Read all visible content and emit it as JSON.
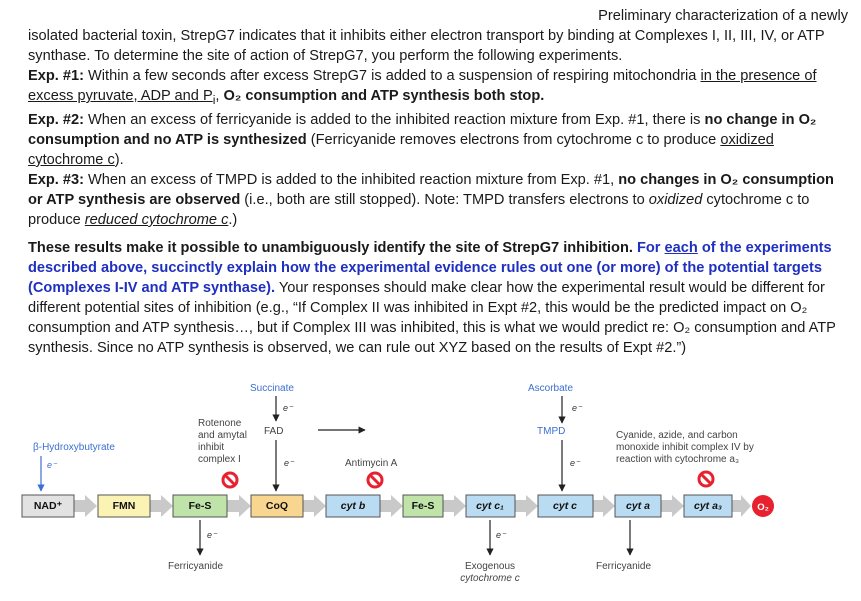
{
  "para1": {
    "line0": "Preliminary characterization of a newly",
    "text": "isolated bacterial toxin, StrepG7 indicates that it inhibits either electron transport by binding at Complexes I, II, III, IV, or ATP synthase.  To determine the site of action of StrepG7, you perform the following experiments."
  },
  "exp1": {
    "label": "Exp. #1:",
    "text1": " Within a few seconds after excess StrepG7 is added to a suspension of respiring mitochondria ",
    "underlined": "in the presence of excess pyruvate, ADP and P",
    "underlined_sub": "i",
    "comma": ",",
    "bold": " O₂ consumption and ATP synthesis both stop."
  },
  "exp2": {
    "label": "Exp. #2:",
    "text1": " When an excess of ferricyanide is added to the inhibited reaction mixture from Exp. #1, there is ",
    "bold": "no change in O₂ consumption and no ATP is synthesized",
    "text2": " (Ferricyanide removes electrons from cytochrome c to produce ",
    "underlined": "oxidized cytochrome c",
    "text3": ")."
  },
  "exp3": {
    "label": "Exp. #3:",
    "text1": " When an excess of TMPD is added to the inhibited reaction mixture from Exp. #1, ",
    "bold": "no changes in O₂ consumption or ATP synthesis are observed",
    "text2": " (i.e., both are still stopped). Note: TMPD transfers electrons to ",
    "italic": "oxidized",
    "text3": " cytochrome c to produce ",
    "italic_underlined": "reduced cytochrome c",
    "text4": ".)"
  },
  "question": {
    "bold": "These results make it possible to unambiguously identify the site of StrepG7 inhibition.",
    "blue1": " For ",
    "blue_u": "each",
    "blue2": " of the experiments described above, succinctly explain how the experimental evidence rules out one (or more) of the potential targets (Complexes I-IV and ATP synthase).",
    "normal": " Your responses should make clear how the experimental result would be different for different potential sites of inhibition (e.g., “If Complex II was inhibited in Expt #2, this would be the predicted impact on O₂ consumption and ATP synthesis…, but if Complex III was inhibited, this is what we would predict re: O₂ consumption and ATP synthesis. Since no ATP synthesis is observed, we can rule out XYZ based on the results of Expt #2.”)"
  },
  "diagram": {
    "chain": [
      "NAD⁺",
      "FMN",
      "Fe-S",
      "CoQ",
      "cyt b",
      "Fe-S",
      "cyt c₁",
      "cyt c",
      "cyt a",
      "cyt a₃"
    ],
    "o2": "O₂",
    "succinate": "Succinate",
    "ascorbate": "Ascorbate",
    "fad": "FAD",
    "tmpd": "TMPD",
    "hydroxybutyrate": "β-Hydroxybutyrate",
    "rotenone": [
      "Rotenone",
      "and amytal",
      "inhibit",
      "complex I"
    ],
    "antimycin": "Antimycin A",
    "cyanide": [
      "Cyanide, azide, and carbon",
      "monoxide inhibit complex IV by",
      "reaction with cytochrome a₃"
    ],
    "ferricyanide_left": "Ferricyanide",
    "ferricyanide_right": "Ferricyanide",
    "exogenous": [
      "Exogenous",
      "cytochrome c"
    ],
    "electron": "e⁻",
    "colors": {
      "nad": "#e2e2e2",
      "fmn": "#fbf3b4",
      "fes": "#bfe3a8",
      "coq": "#f8d690",
      "cyt": "#b9dcf3",
      "stop": "#e8212f",
      "arrow": "#c9c9c9"
    }
  }
}
